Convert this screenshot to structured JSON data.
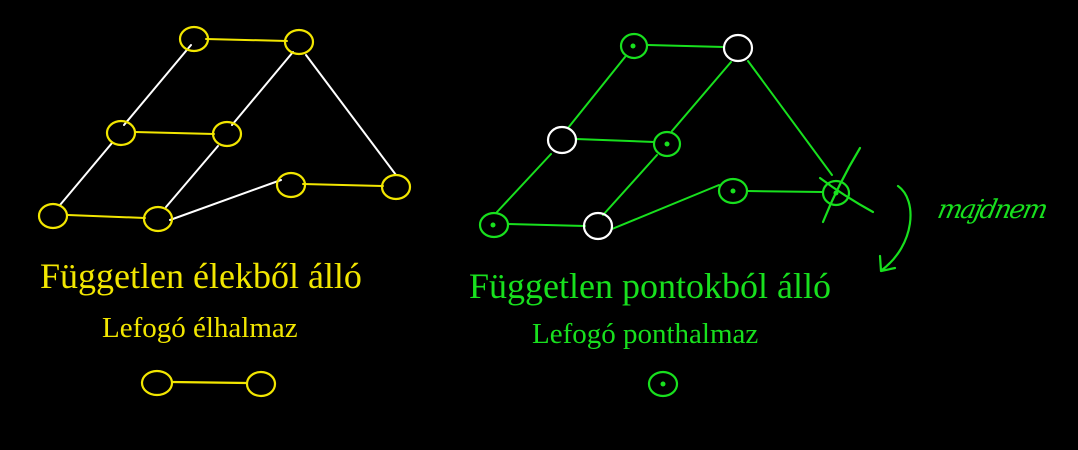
{
  "colors": {
    "background": "#000000",
    "yellow": "#f2e600",
    "green": "#18e01e",
    "white": "#ffffff"
  },
  "left_panel": {
    "title": "Független élekből álló",
    "subtitle": "Lefogó élhalmaz"
  },
  "right_panel": {
    "title": "Független pontokból álló",
    "subtitle": "Lefogó ponthalmaz",
    "annotation": "majdnem"
  }
}
